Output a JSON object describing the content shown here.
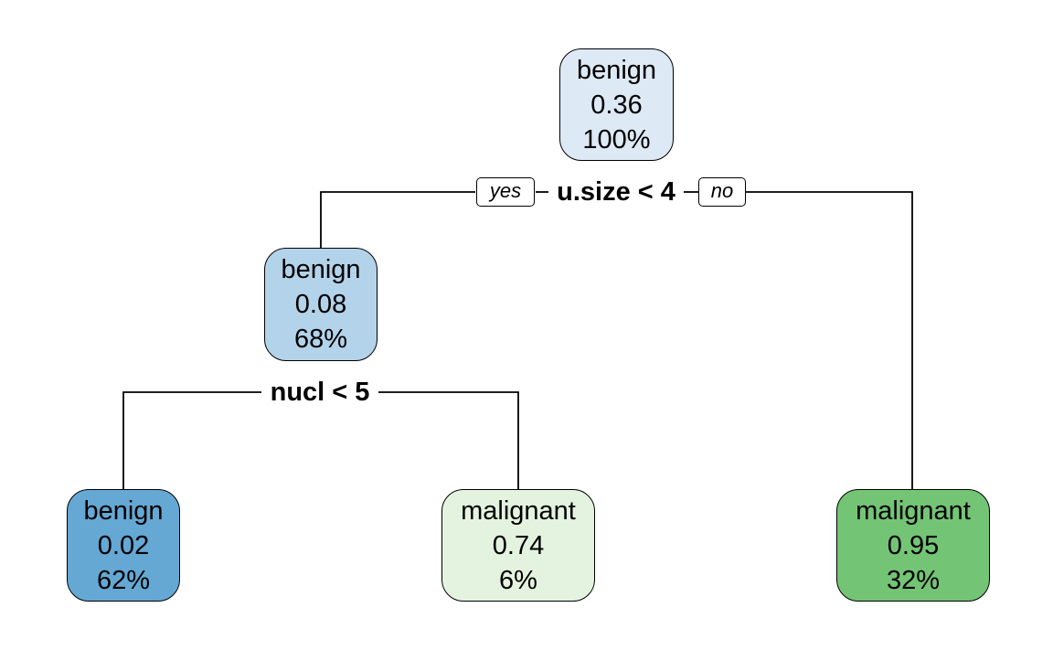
{
  "colors": {
    "benign_light": "#dde9f5",
    "benign_mid": "#b3d3ea",
    "benign_dark": "#65a8d4",
    "malignant_light": "#e4f3df",
    "malignant_dark": "#74c476",
    "line": "#000000"
  },
  "tree": {
    "root": {
      "label": "benign",
      "prob": "0.36",
      "pct": "100%"
    },
    "root_split": "u.size < 4",
    "yes_label": "yes",
    "no_label": "no",
    "left": {
      "label": "benign",
      "prob": "0.08",
      "pct": "68%"
    },
    "left_split": "nucl < 5",
    "leaf1": {
      "label": "benign",
      "prob": "0.02",
      "pct": "62%"
    },
    "leaf2": {
      "label": "malignant",
      "prob": "0.74",
      "pct": "6%"
    },
    "leaf3": {
      "label": "malignant",
      "prob": "0.95",
      "pct": "32%"
    }
  }
}
